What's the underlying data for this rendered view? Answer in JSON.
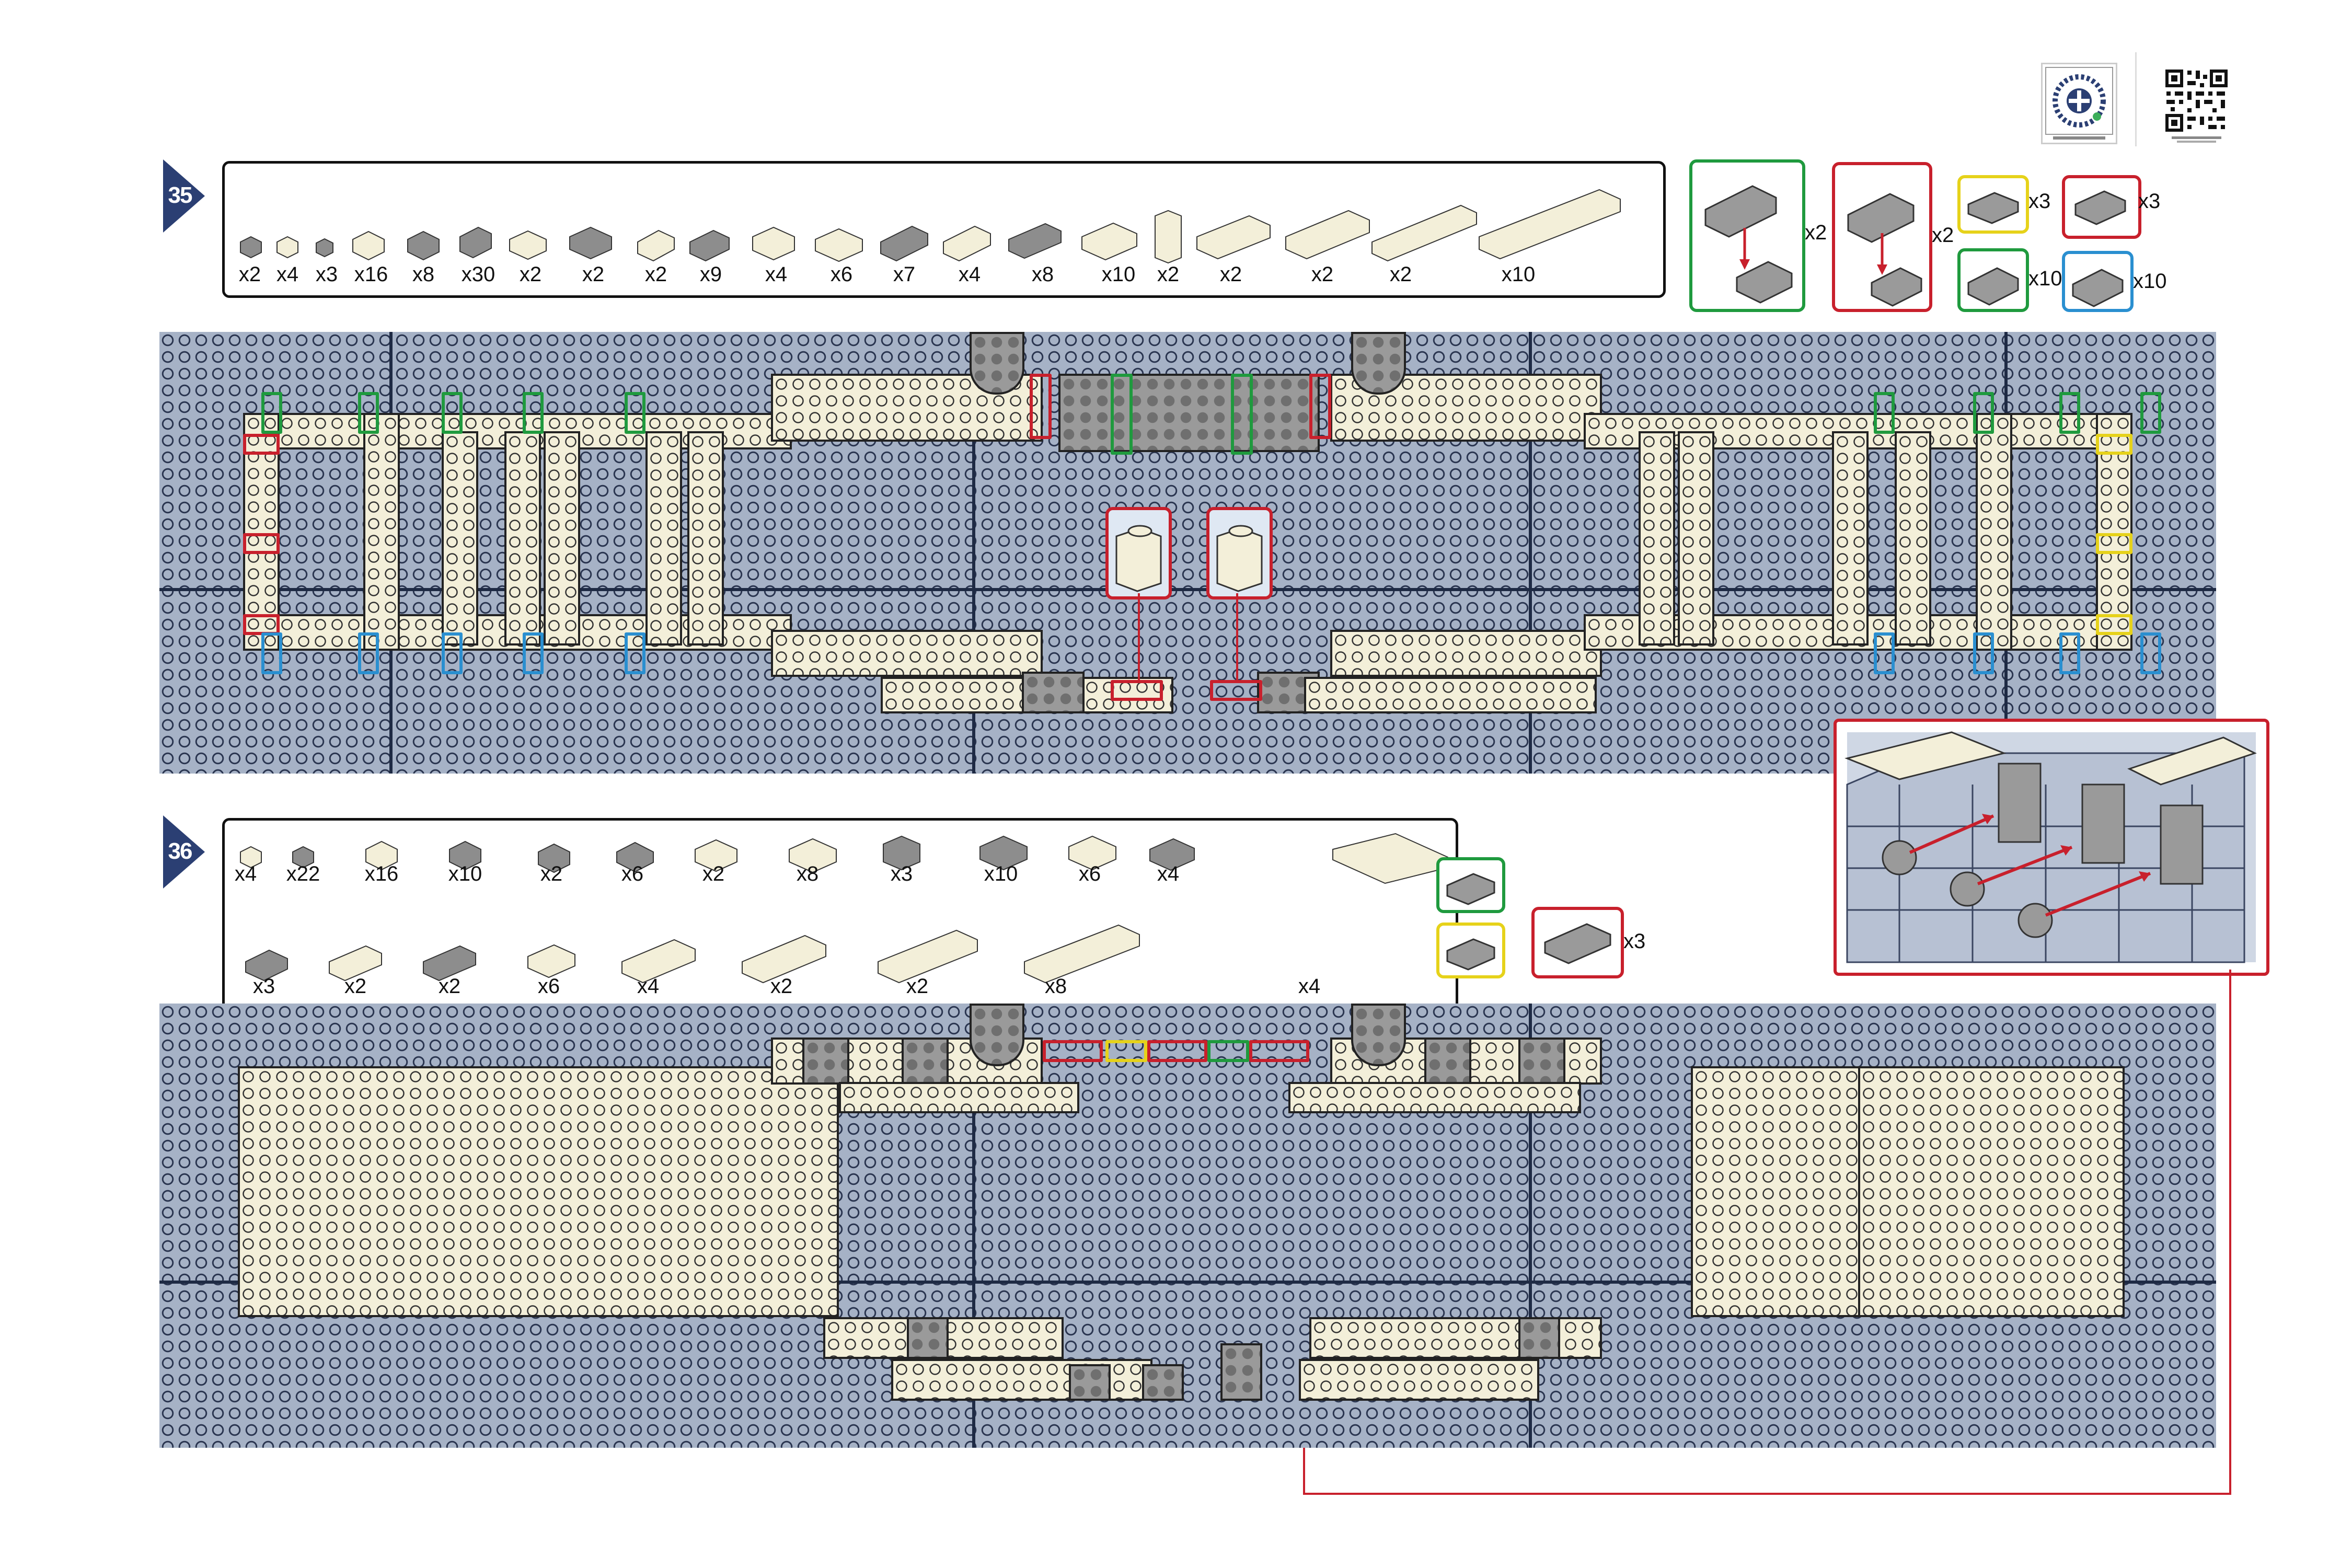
{
  "steps": [
    {
      "number": "35"
    },
    {
      "number": "36"
    }
  ],
  "step35_parts": [
    "x2",
    "x4",
    "x3",
    "x16",
    "x8",
    "x30",
    "x2",
    "x2",
    "x2",
    "x9",
    "x4",
    "x6",
    "x7",
    "x4",
    "x8",
    "x10",
    "x2",
    "x2",
    "x2",
    "x2",
    "x10"
  ],
  "step35_callouts": {
    "green_sub": "x2",
    "red_sub": "x2",
    "yellow": "x3",
    "red_single": "x3",
    "green_single": "x10",
    "blue_single": "x10"
  },
  "step36_parts_row1": [
    "x4",
    "x22",
    "x16",
    "x10",
    "x2",
    "x6",
    "x2",
    "x8",
    "x3",
    "x10",
    "x6",
    "x4"
  ],
  "step36_parts_row2": [
    "x3",
    "x2",
    "x2",
    "x6",
    "x4",
    "x2",
    "x2",
    "x8",
    "x4"
  ],
  "step36_callouts": {
    "red": "x3"
  },
  "colors": {
    "step_badge": "#2b3f73",
    "baseplate": "#a6b2c6",
    "tan_brick": "#f3efd9",
    "grey_brick": "#9a9a9a",
    "highlight_red": "#c8202c",
    "highlight_green": "#1f9a3e",
    "highlight_yellow": "#e6d21a",
    "highlight_blue": "#2a8fd0"
  },
  "icons": [
    "brand-logo-qr-icon",
    "qr-code-icon",
    "lego-brick-icon",
    "arrow-icon"
  ]
}
